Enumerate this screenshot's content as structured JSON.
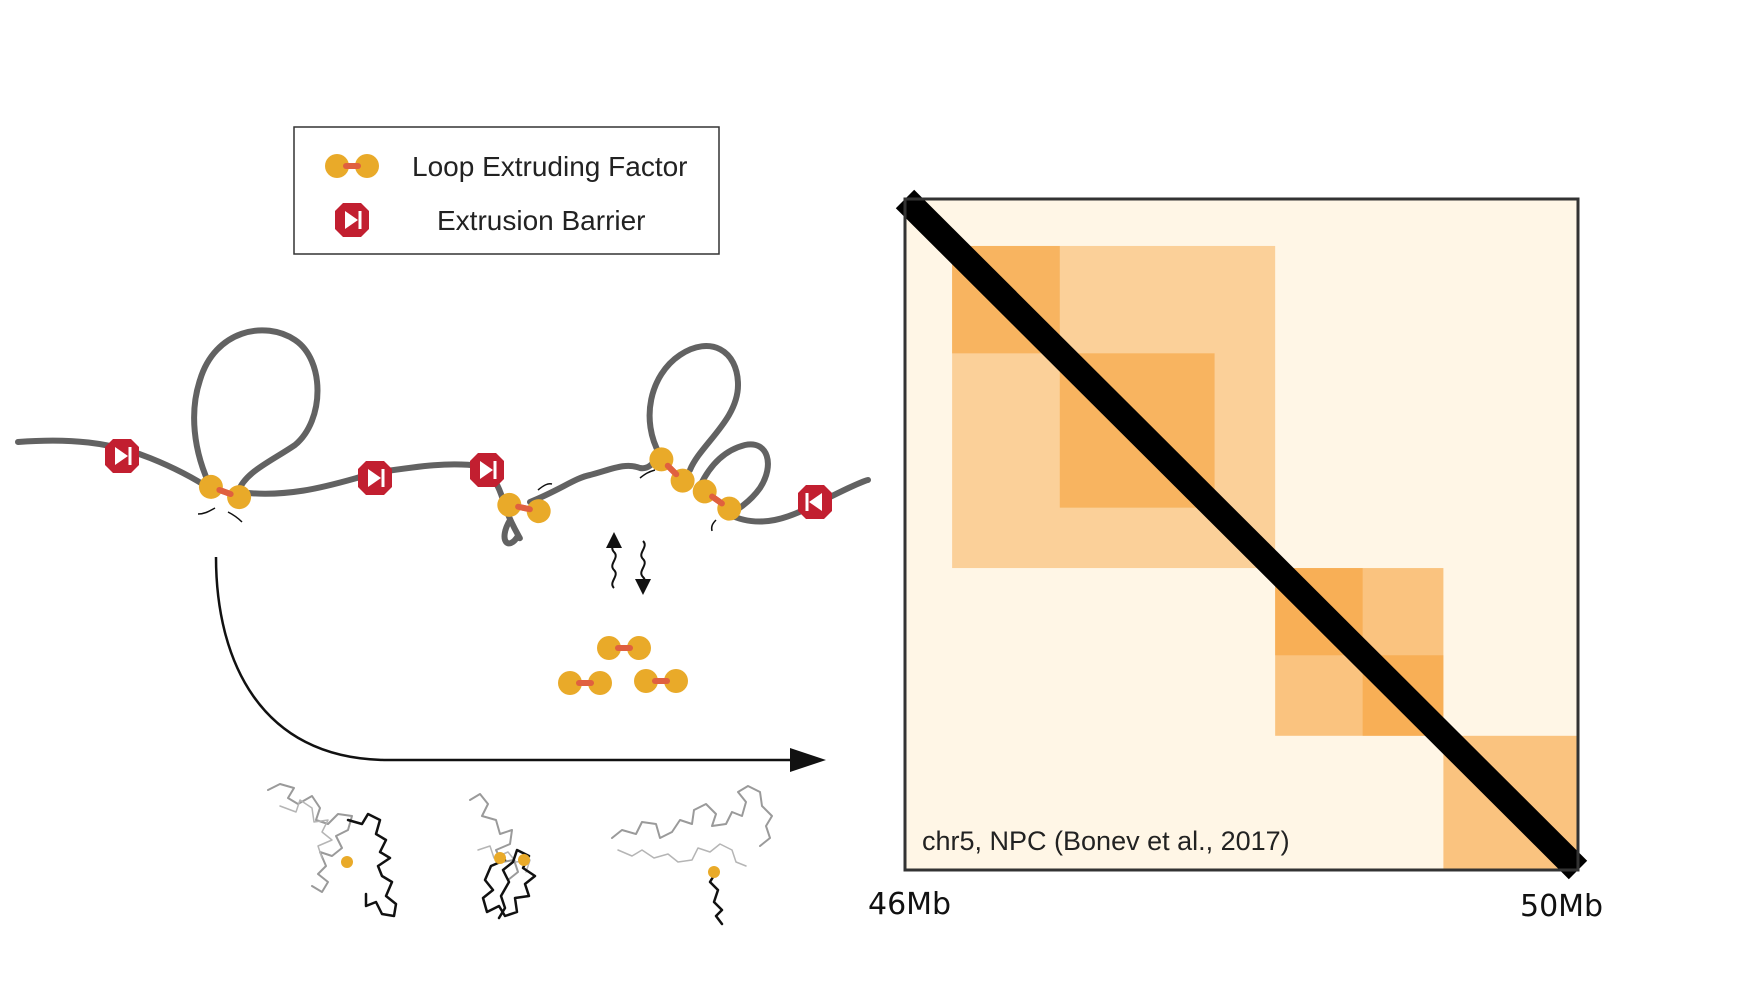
{
  "legend": {
    "items": [
      {
        "label": "Loop Extruding Factor",
        "icon": "loop-extruding-factor-icon"
      },
      {
        "label": "Extrusion Barrier",
        "icon": "extrusion-barrier-icon"
      }
    ]
  },
  "hic_map": {
    "label": "chr5, NPC (Bonev et al., 2017)",
    "axis_start": "46Mb",
    "axis_end": "50Mb",
    "tads": [
      [
        0.07,
        0.55
      ],
      [
        0.07,
        0.23
      ],
      [
        0.23,
        0.46
      ],
      [
        0.55,
        0.8
      ],
      [
        0.55,
        0.68
      ],
      [
        0.68,
        0.8
      ],
      [
        0.8,
        1.0
      ]
    ]
  },
  "colors": {
    "chromatin": "#626262",
    "factor_head": "#e9aa29",
    "factor_link": "#e0603f",
    "barrier": "#c21f30",
    "hic_low": "#fff6e6",
    "hic_mid": "#f6a13b",
    "hic_high": "#000000",
    "frame": "#333333"
  }
}
